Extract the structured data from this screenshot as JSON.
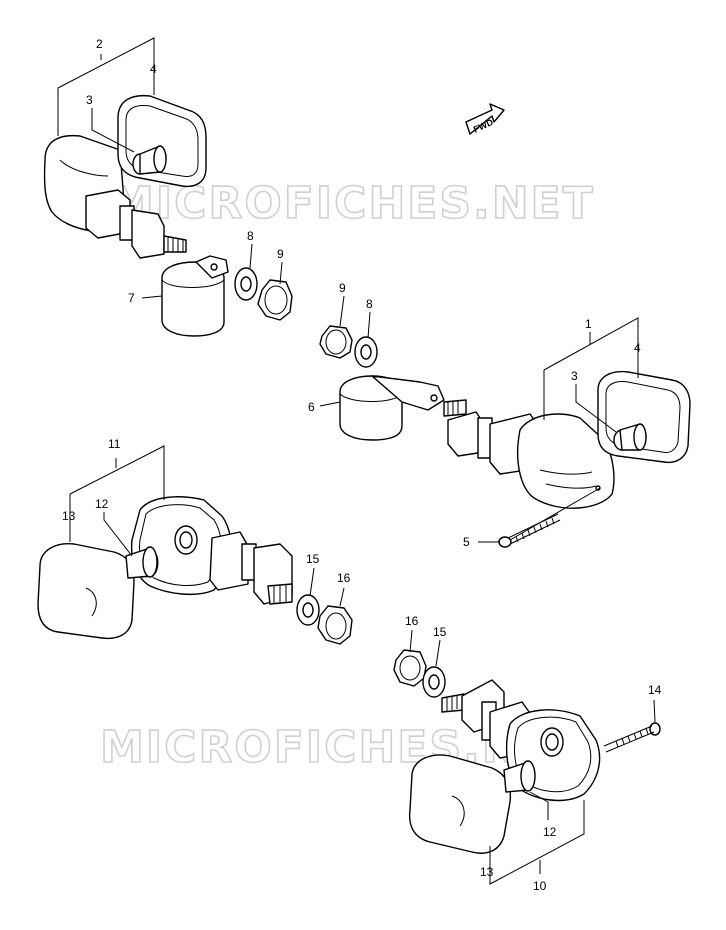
{
  "watermark": "MICROFICHES.NET",
  "fwd_label": "FWD",
  "callouts": {
    "c2": "2",
    "c4a": "4",
    "c3a": "3",
    "c8a": "8",
    "c9a": "9",
    "c7": "7",
    "c9b": "9",
    "c8b": "8",
    "c1": "1",
    "c4b": "4",
    "c3b": "3",
    "c6": "6",
    "c5": "5",
    "c11": "11",
    "c12a": "12",
    "c13a": "13",
    "c15a": "15",
    "c16a": "16",
    "c16b": "16",
    "c15b": "15",
    "c14": "14",
    "c12b": "12",
    "c13b": "13",
    "c10": "10"
  }
}
